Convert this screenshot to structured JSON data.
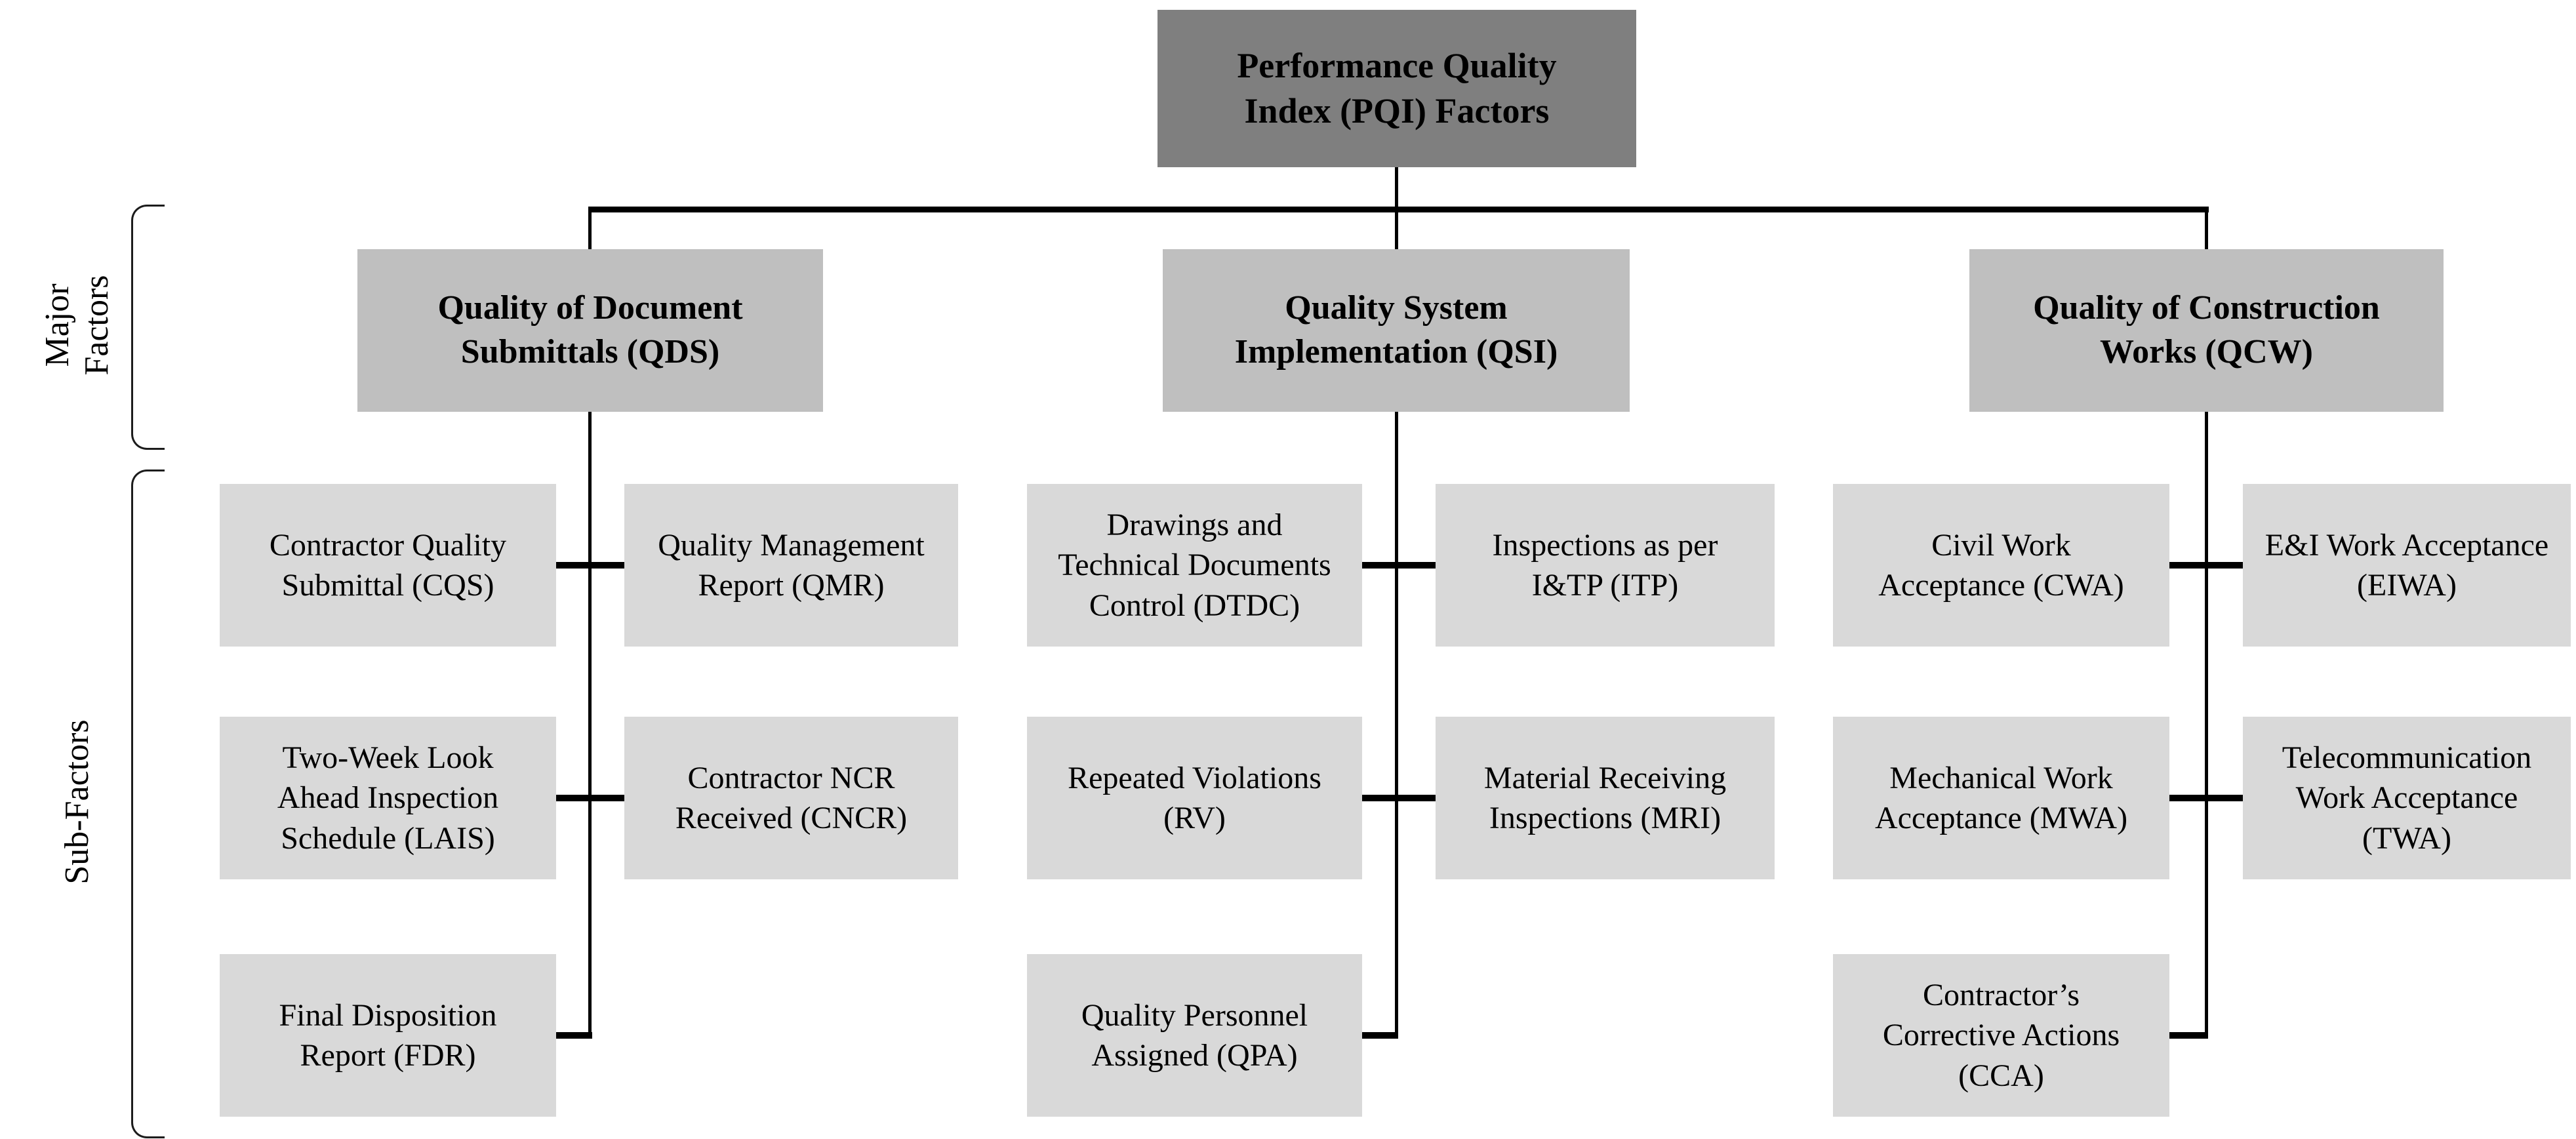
{
  "diagram": {
    "title": "Performance Quality\nIndex (PQI) Factors",
    "side_labels": {
      "major": "Major\nFactors",
      "sub": "Sub-Factors"
    },
    "colors": {
      "root_box_fill": "#7f7f7f",
      "major_box_fill": "#bfbfbf",
      "sub_box_fill": "#d9d9d9",
      "connector_line": "#000000",
      "text": "#000000",
      "background": "#ffffff"
    },
    "groups": [
      {
        "label": "Quality of Document\nSubmittals (QDS)",
        "sub_left": [
          "Contractor Quality\nSubmittal (CQS)",
          "Two-Week Look\nAhead Inspection\nSchedule (LAIS)",
          "Final Disposition\nReport (FDR)"
        ],
        "sub_right": [
          "Quality Management\nReport (QMR)",
          "Contractor NCR\nReceived (CNCR)"
        ]
      },
      {
        "label": "Quality System\nImplementation (QSI)",
        "sub_left": [
          "Drawings and\nTechnical Documents\nControl (DTDC)",
          "Repeated Violations\n(RV)",
          "Quality Personnel\nAssigned (QPA)"
        ],
        "sub_right": [
          "Inspections as per\nI&TP (ITP)",
          "Material Receiving\nInspections (MRI)"
        ]
      },
      {
        "label": "Quality of Construction\nWorks (QCW)",
        "sub_left": [
          "Civil Work\nAcceptance (CWA)",
          "Mechanical Work\nAcceptance (MWA)",
          "Contractor’s\nCorrective Actions\n(CCA)"
        ],
        "sub_right": [
          "E&I Work Acceptance\n(EIWA)",
          "Telecommunication\nWork Acceptance\n(TWA)"
        ]
      }
    ]
  }
}
